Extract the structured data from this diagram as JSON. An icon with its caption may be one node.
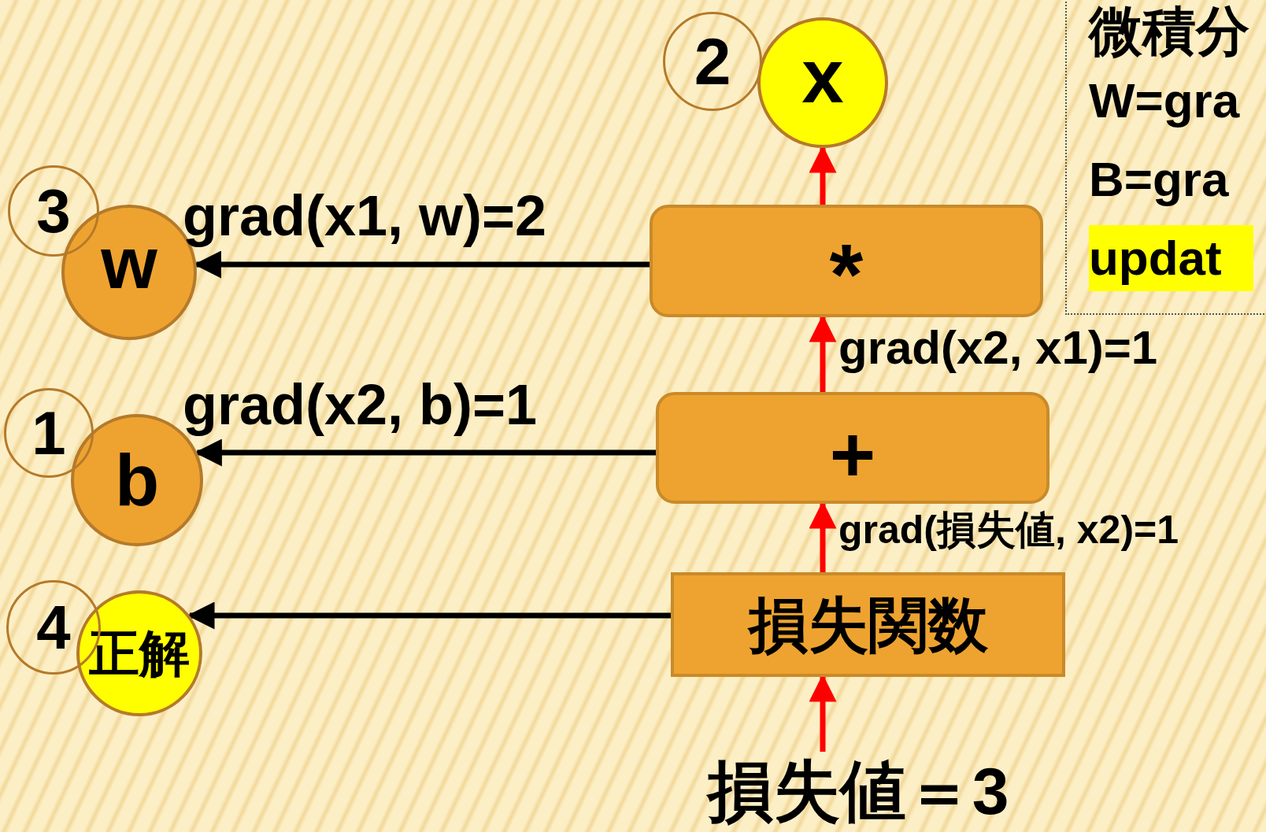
{
  "diagram": {
    "nodes": [
      {
        "text": [
          "2"
        ]
      },
      {
        "text": [
          "x"
        ]
      },
      {
        "text": [
          "微積分",
          "W=gra",
          "B=gra",
          "updat"
        ]
      },
      {
        "text": [
          "3"
        ]
      },
      {
        "text": [
          "w"
        ]
      },
      {
        "text": [
          "*"
        ]
      },
      {
        "text": [
          "1"
        ]
      },
      {
        "text": [
          "b"
        ]
      },
      {
        "text": [
          "+"
        ]
      },
      {
        "text": [
          "4"
        ]
      },
      {
        "text": [
          "正解"
        ]
      },
      {
        "text": [
          "損失関数"
        ]
      },
      {
        "text": [
          "損失値＝3"
        ]
      }
    ],
    "edges": [
      {
        "from": 12,
        "to": 11,
        "arrow": "to"
      },
      {
        "from": 11,
        "to": 8,
        "arrow": "to",
        "label": "grad(損失値, x2)=1"
      },
      {
        "from": 8,
        "to": 5,
        "arrow": "to",
        "label": "grad(x2, x1)=1"
      },
      {
        "from": 5,
        "to": 1,
        "arrow": "to"
      },
      {
        "from": 5,
        "to": 4,
        "arrow": "to",
        "color": "#000000",
        "label": "grad(x1, w)=2"
      },
      {
        "from": 8,
        "to": 7,
        "arrow": "to",
        "color": "#000000",
        "label": "grad(x2, b)=1"
      },
      {
        "from": 11,
        "to": 10,
        "arrow": "to",
        "color": "#000000"
      }
    ]
  }
}
